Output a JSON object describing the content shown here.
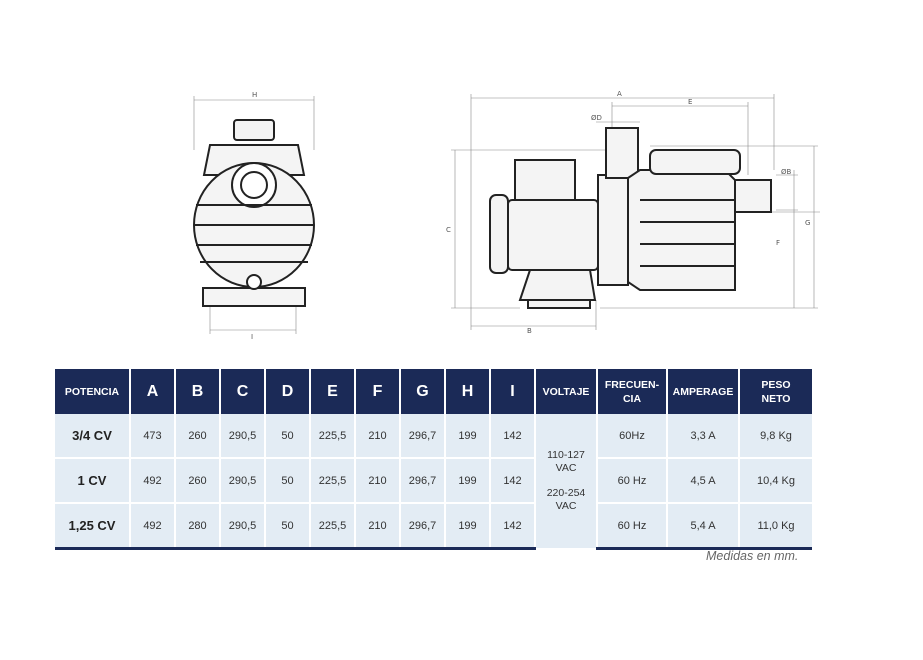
{
  "dimension_labels": {
    "h": "H",
    "i": "I",
    "a": "A",
    "e": "E",
    "d": "ØD",
    "b": "B",
    "c": "C",
    "f": "F",
    "g": "G",
    "b_diameter": "ØB"
  },
  "table": {
    "headers": [
      "POTENCIA",
      "A",
      "B",
      "C",
      "D",
      "E",
      "F",
      "G",
      "H",
      "I",
      "VOLTAJE",
      "FRECUEN-CIA",
      "AMPERAGE",
      "PESO NETO"
    ],
    "frecuencia_l1": "FRECUEN-",
    "frecuencia_l2": "CIA",
    "peso_l1": "PESO",
    "peso_l2": "NETO",
    "rows": [
      {
        "potencia": "3/4 CV",
        "a": "473",
        "b": "260",
        "c": "290,5",
        "d": "50",
        "e": "225,5",
        "f": "210",
        "g": "296,7",
        "h": "199",
        "i": "142",
        "frecuencia": "60Hz",
        "amperage": "3,3 A",
        "peso": "9,8 Kg"
      },
      {
        "potencia": "1 CV",
        "a": "492",
        "b": "260",
        "c": "290,5",
        "d": "50",
        "e": "225,5",
        "f": "210",
        "g": "296,7",
        "h": "199",
        "i": "142",
        "frecuencia": "60 Hz",
        "amperage": "4,5 A",
        "peso": "10,4 Kg"
      },
      {
        "potencia": "1,25 CV",
        "a": "492",
        "b": "280",
        "c": "290,5",
        "d": "50",
        "e": "225,5",
        "f": "210",
        "g": "296,7",
        "h": "199",
        "i": "142",
        "frecuencia": "60 Hz",
        "amperage": "5,4 A",
        "peso": "11,0 Kg"
      }
    ],
    "voltaje": {
      "v1_l1": "110-127",
      "v1_l2": "VAC",
      "v2_l1": "220-254",
      "v2_l2": "VAC"
    }
  },
  "note": "Medidas en mm."
}
